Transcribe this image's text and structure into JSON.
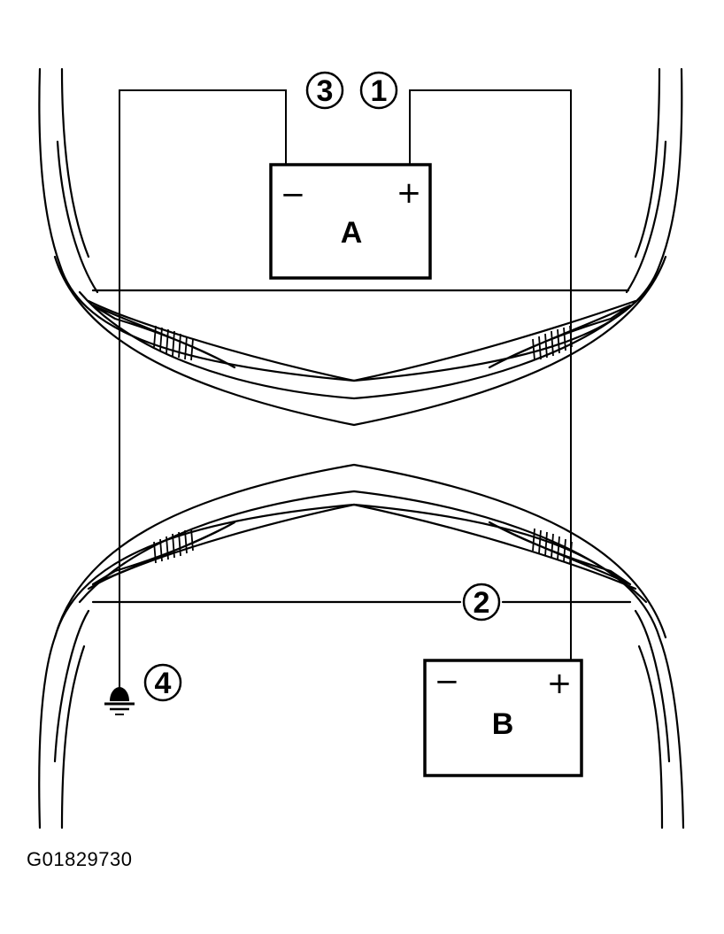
{
  "callouts": {
    "c1": "1",
    "c2": "2",
    "c3": "3",
    "c4": "4"
  },
  "battery_a": {
    "label": "A",
    "negative": "−",
    "positive": "+"
  },
  "battery_b": {
    "label": "B",
    "negative": "−",
    "positive": "+"
  },
  "figure_code": "G01829730"
}
